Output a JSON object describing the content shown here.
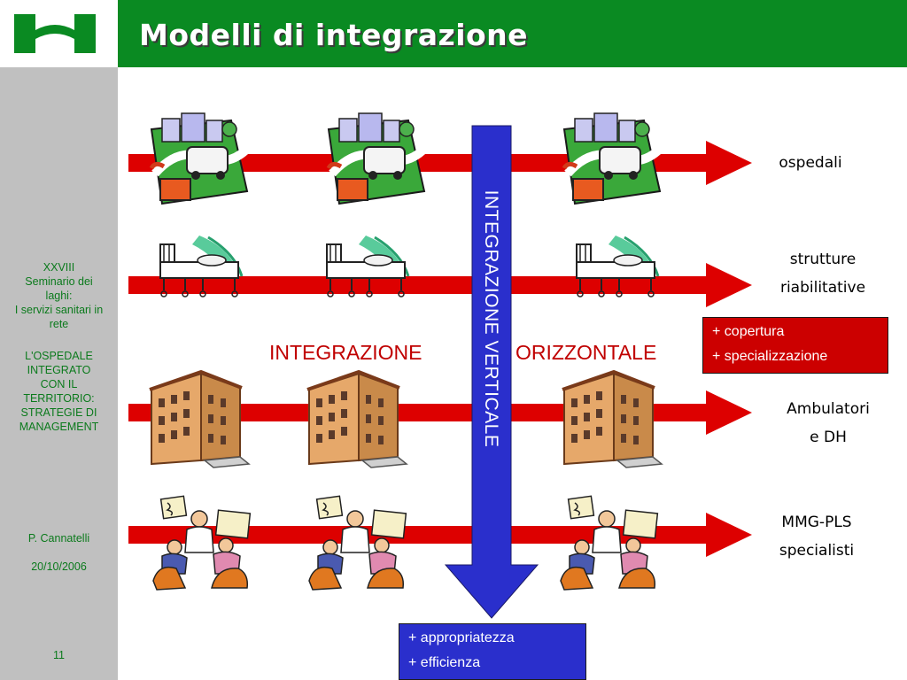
{
  "slide": {
    "title": "Modelli di integrazione",
    "page_number": "11"
  },
  "sidebar": {
    "event_lines": [
      "XXVIII",
      "Seminario dei",
      "laghi:",
      "I servizi sanitari in",
      "rete"
    ],
    "subject_lines": [
      "L'OSPEDALE",
      "INTEGRATO",
      "CON IL",
      "TERRITORIO:",
      "STRATEGIE DI",
      "MANAGEMENT"
    ],
    "author": "P. Cannatelli",
    "date": "20/10/2006"
  },
  "diagram": {
    "rows": [
      {
        "label_lines": [
          "ospedali"
        ],
        "icon": "hospital-icon"
      },
      {
        "label_lines": [
          "strutture",
          "riabilitative"
        ],
        "icon": "rehab-bed-icon"
      },
      {
        "label_lines": [
          "Ambulatori",
          "e DH"
        ],
        "icon": "outpatient-building-icon"
      },
      {
        "label_lines": [
          "MMG-PLS",
          "specialisti"
        ],
        "icon": "doctor-consultation-icon"
      }
    ],
    "horizontal_label_left": "INTEGRAZIONE",
    "horizontal_label_right": "ORIZZONTALE",
    "vertical_label": "INTEGRAZIONE VERTICALE",
    "horizontal_benefits": [
      "+ copertura",
      "+ specializzazione"
    ],
    "vertical_benefits": [
      "+ appropriatezza",
      "+ efficienza"
    ]
  },
  "colors": {
    "header_green": "#0a8a22",
    "sidebar_gray": "#c0c0c0",
    "sidebar_text_green": "#0b7a1c",
    "arrow_red": "#dd0000",
    "vertical_arrow_blue": "#2a2fcc",
    "label_red": "#c00000"
  }
}
